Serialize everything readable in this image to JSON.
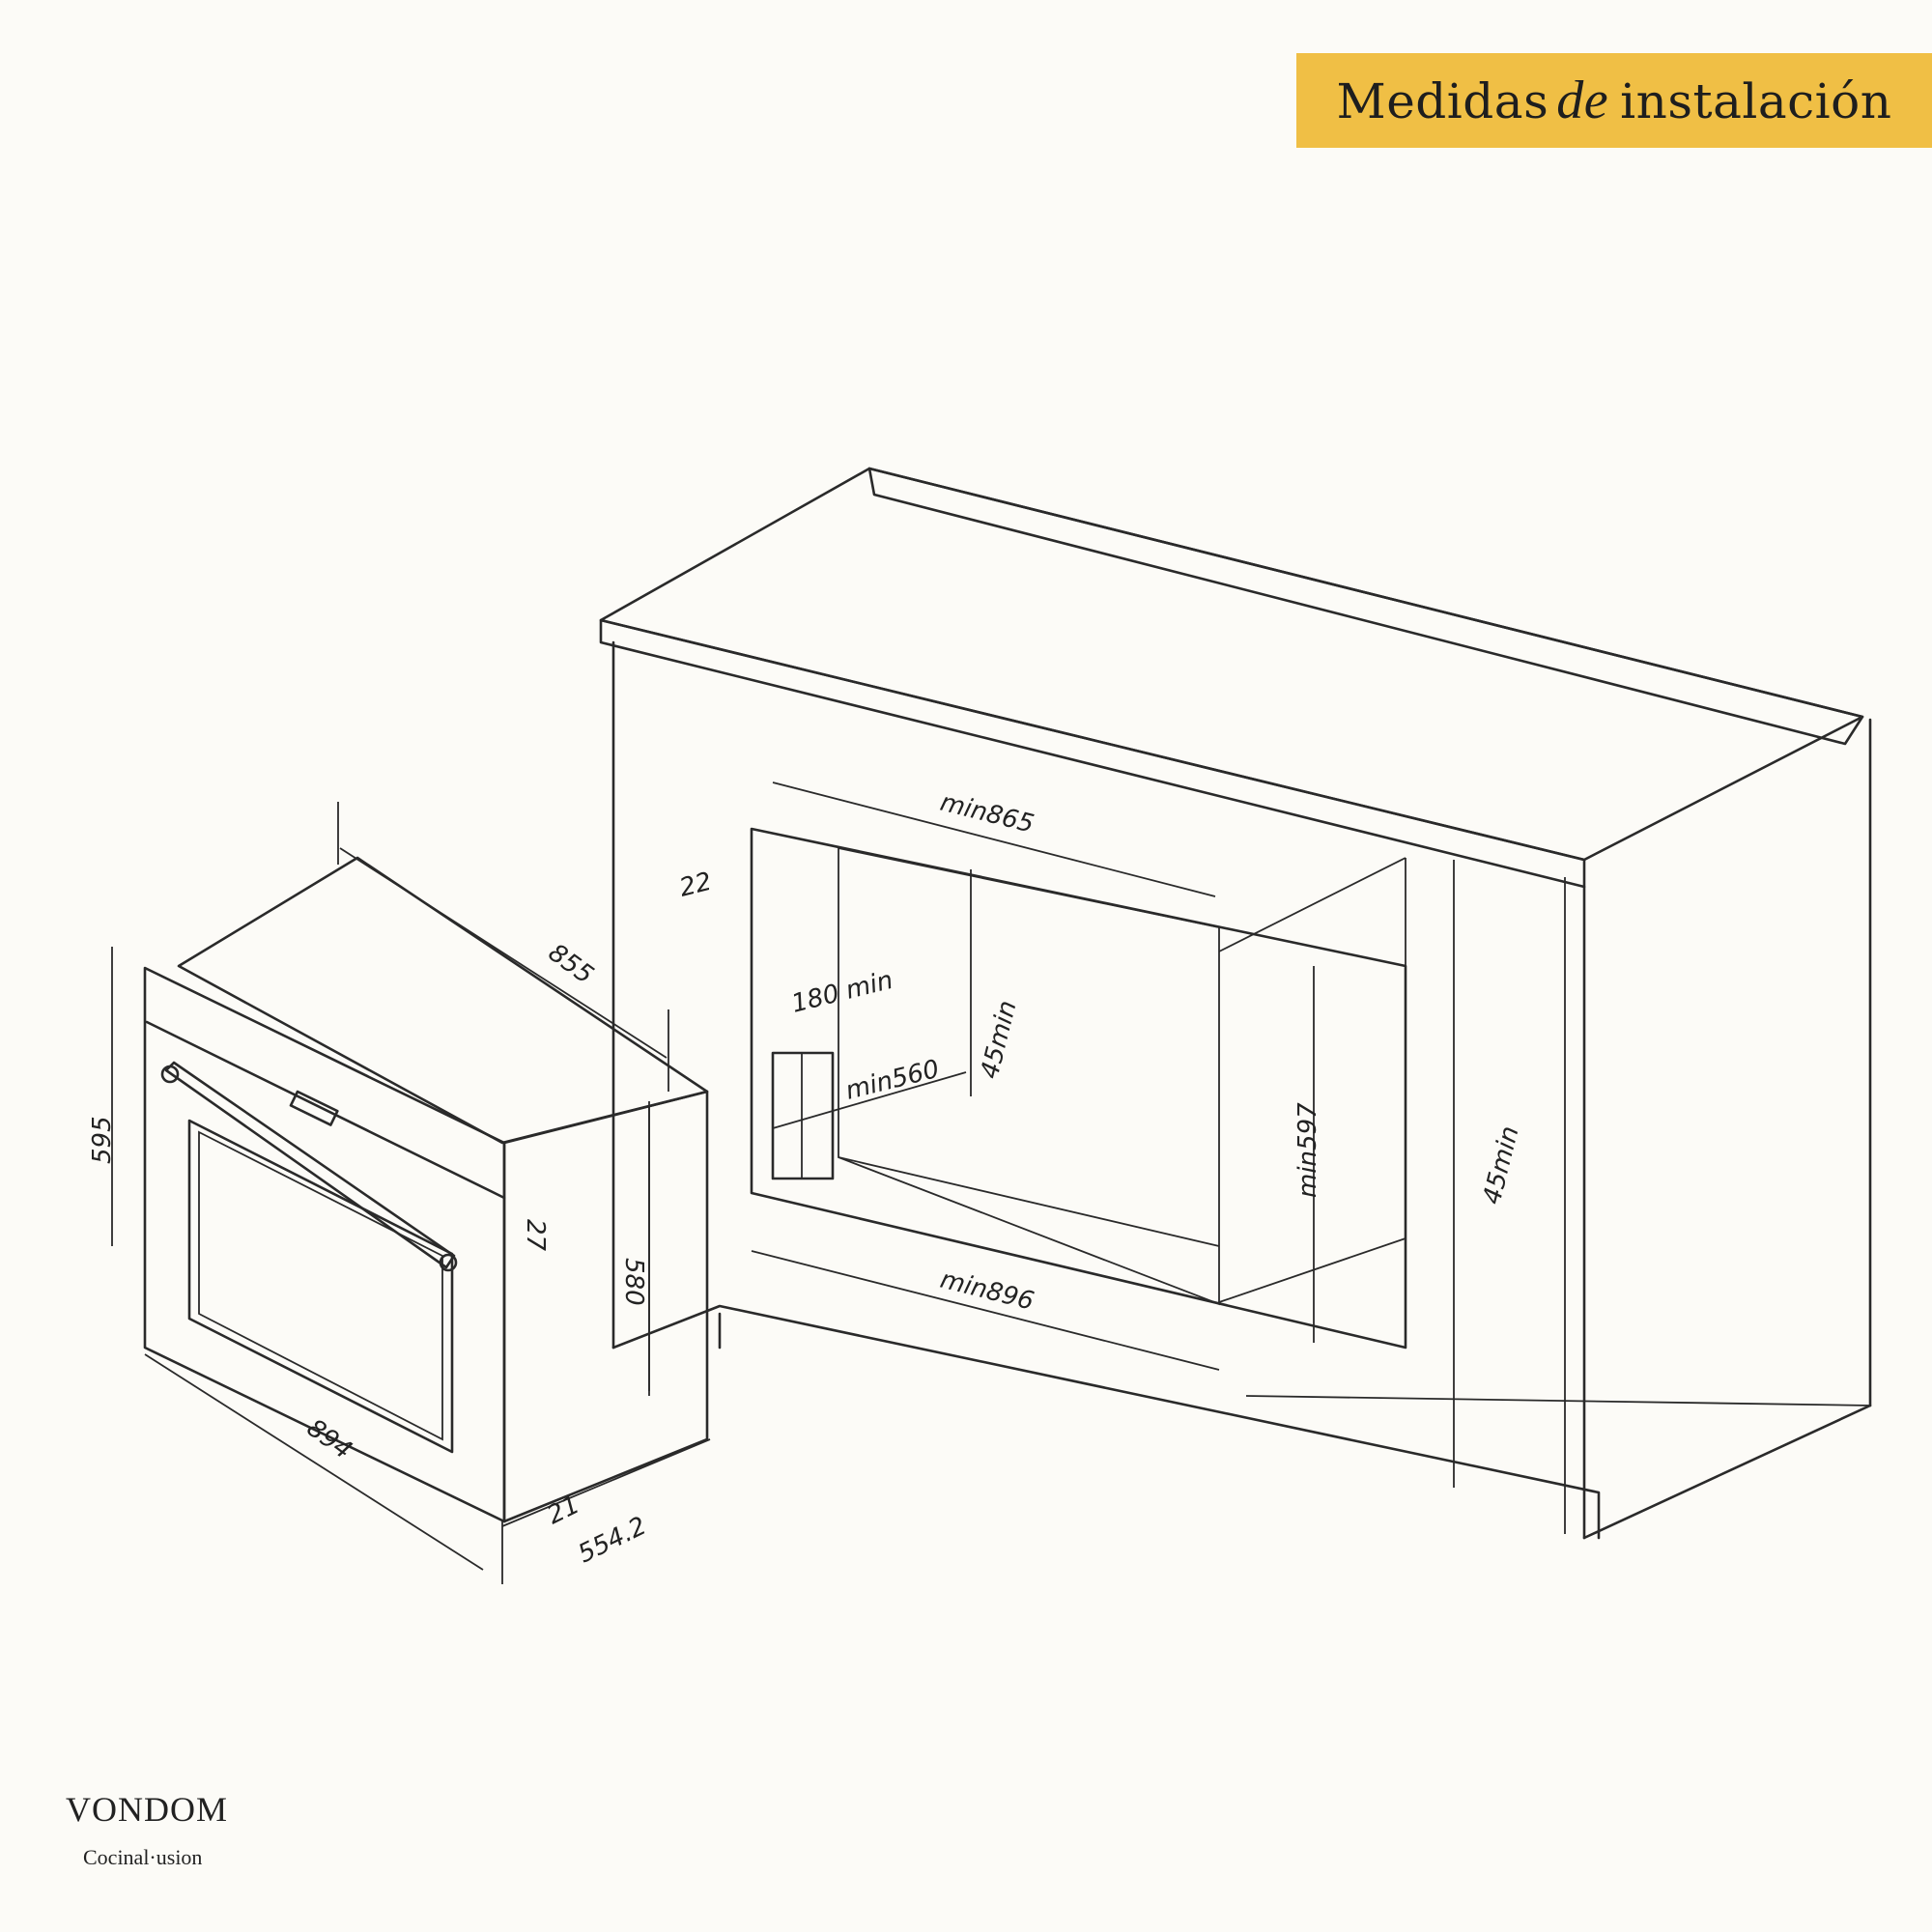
{
  "title": {
    "prefix": "Medidas",
    "accent": "de",
    "suffix": "instalación"
  },
  "brand": {
    "name": "VONDOM",
    "tagline": "Cocinal·usion"
  },
  "dimensions": {
    "oven_depth": "855",
    "oven_height": "595",
    "oven_body_height": "580",
    "oven_width": "894",
    "oven_panel": "21",
    "oven_body_depth": "554.2",
    "oven_top_gap": "27",
    "cabinet_width_top": "min865",
    "cabinet_side": "22",
    "vent_height": "180 min",
    "cabinet_depth": "min560",
    "vent_gap_back": "45min",
    "cabinet_height": "min597",
    "vent_gap_front": "45min",
    "cabinet_width_bottom": "min896"
  },
  "colors": {
    "banner": "#f0bf45",
    "background": "#fcfbf7",
    "line": "#2a2a2a"
  }
}
